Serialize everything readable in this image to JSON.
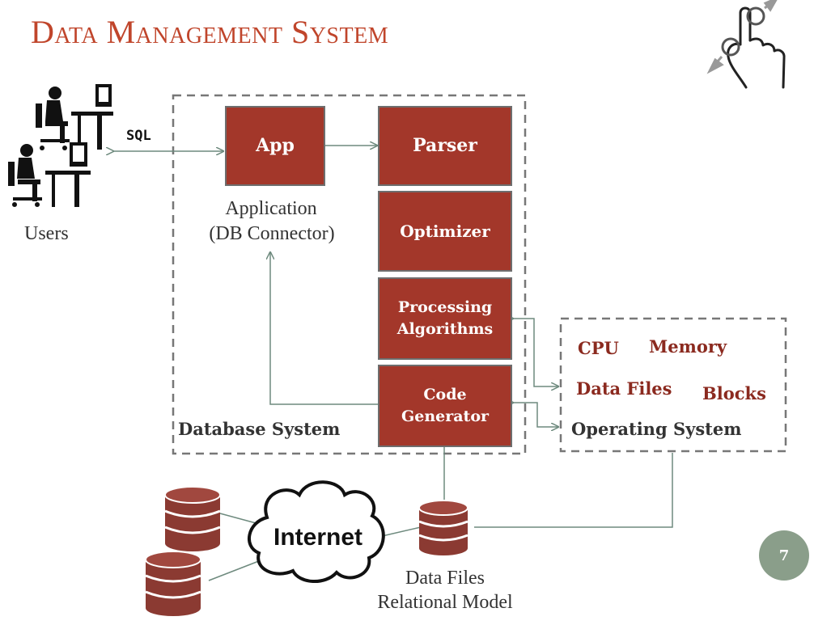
{
  "title": "Data Management System",
  "users": {
    "label": "Users",
    "sql": "SQL"
  },
  "app": {
    "box": "App",
    "label_line1": "Application",
    "label_line2": "(DB Connector)"
  },
  "pipeline": {
    "parser": "Parser",
    "optimizer": "Optimizer",
    "processing_line1": "Processing",
    "processing_line2": "Algorithms",
    "codegen_line1": "Code",
    "codegen_line2": "Generator"
  },
  "database_system_label": "Database System",
  "os_box": {
    "cpu": "CPU",
    "memory": "Memory",
    "data_files": "Data Files",
    "blocks": "Blocks",
    "os": "Operating System"
  },
  "internet": "Internet",
  "storage": {
    "line1": "Data Files",
    "line2": "Relational Model"
  },
  "page_number": "7",
  "colors": {
    "title": "#c0452b",
    "box": "#a3372a",
    "db": "#8b3a32",
    "arrow": "#6e8a7e",
    "badge": "#8a9e8a"
  }
}
